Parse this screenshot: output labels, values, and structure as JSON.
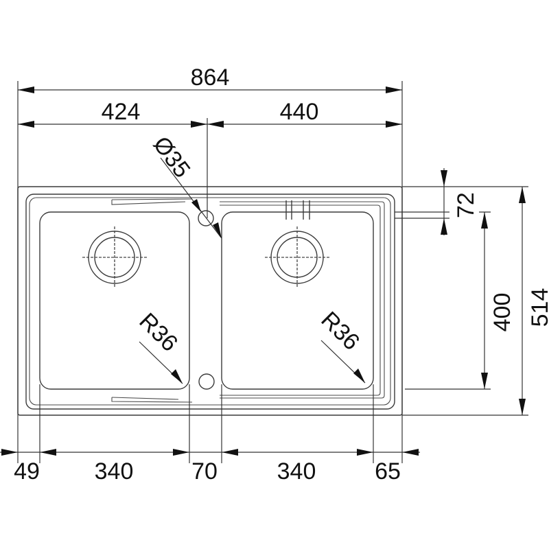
{
  "drawing": {
    "type": "double-bowl sink dimension drawing",
    "units": "mm",
    "colors": {
      "line": "#3a3a3a",
      "text": "#111111",
      "background": "#ffffff"
    }
  },
  "dimensions": {
    "overall_width": "864",
    "left_section_width": "424",
    "right_section_width": "440",
    "tap_hole_diameter": "Ø35",
    "drainer_offset": "72",
    "bowl_depth": "400",
    "overall_depth": "514",
    "left_bowl_corner_radius": "R36",
    "right_bowl_corner_radius": "R36",
    "bottom": {
      "left_margin": "49",
      "left_bowl_width": "340",
      "bowl_gap": "70",
      "right_bowl_width": "340",
      "right_margin": "65"
    }
  },
  "features": {
    "left_bowl": {
      "drain": "waste-outlet"
    },
    "right_bowl": {
      "drain": "waste-outlet",
      "overflow": "overflow-slots"
    },
    "tap_hole": "tap-hole",
    "secondary_hole": "overflow-hole"
  }
}
